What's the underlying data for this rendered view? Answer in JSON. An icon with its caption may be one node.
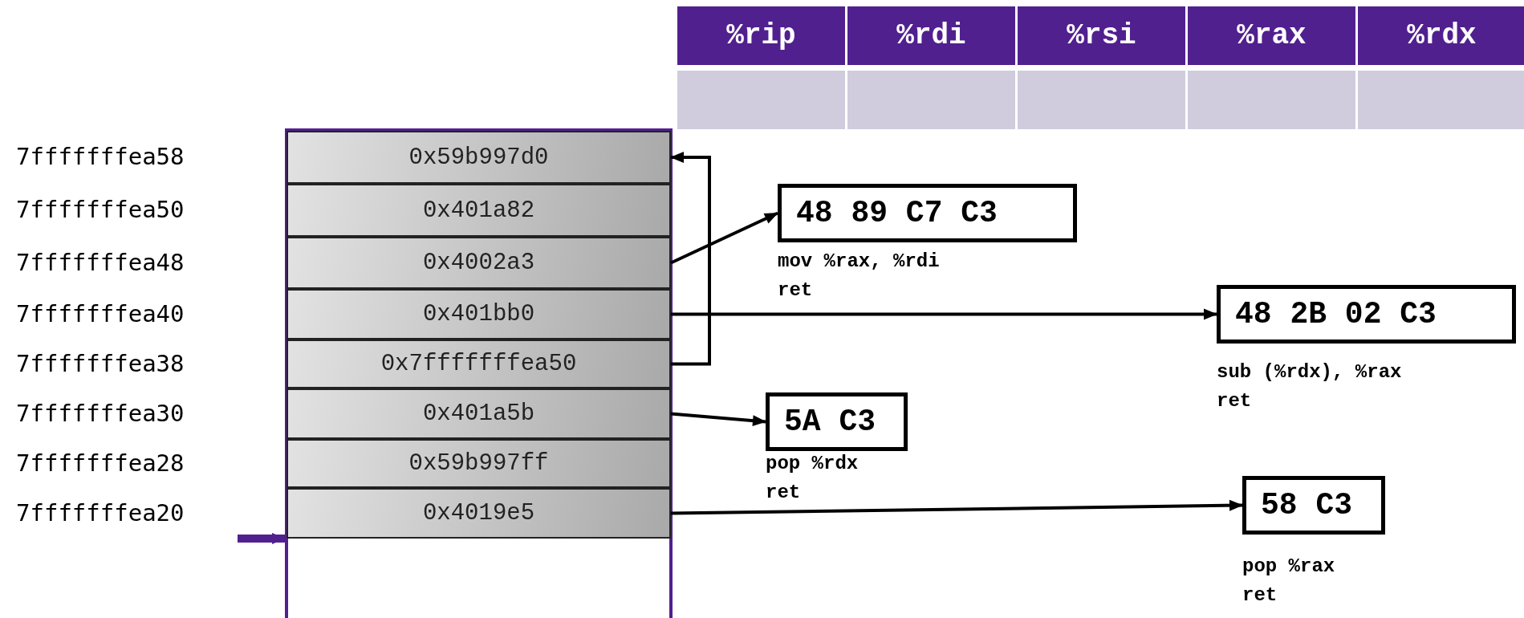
{
  "diagram": {
    "nodes": [
      {
        "text": [],
        "shape": "box"
      },
      {
        "text": [
          "0x59b997d0"
        ],
        "in": 0
      },
      {
        "text": [
          "0x401a82"
        ],
        "in": 0
      },
      {
        "text": [
          "0x4002a3"
        ],
        "in": 0
      },
      {
        "text": [
          "0x401bb0"
        ],
        "in": 0
      },
      {
        "text": [
          "0x7fffffffea50"
        ],
        "in": 0
      },
      {
        "text": [
          "0x401a5b"
        ],
        "in": 0
      },
      {
        "text": [
          "0x59b997ff"
        ],
        "in": 0
      },
      {
        "text": [
          "0x4019e5"
        ],
        "in": 0
      },
      {
        "text": [
          "48 89 C7 C3"
        ],
        "beside": [
          "mov %rax, %rdi",
          "ret"
        ]
      },
      {
        "text": [
          "48 2B 02 C3"
        ],
        "beside": [
          "sub (%rdx), %rax",
          "ret"
        ]
      },
      {
        "text": [
          "5A C3"
        ],
        "beside": [
          "pop %rdx",
          "ret"
        ]
      },
      {
        "text": [
          "58 C3"
        ],
        "beside": [
          "pop %rax",
          "ret"
        ]
      }
    ],
    "edges": [
      {
        "from": 3,
        "to": 9,
        "arrow": "to"
      },
      {
        "from": 4,
        "to": 10,
        "arrow": "to"
      },
      {
        "from": 5,
        "to": 1,
        "arrow": "to"
      },
      {
        "from": 6,
        "to": 11,
        "arrow": "to"
      },
      {
        "from": 8,
        "to": 12,
        "arrow": "to"
      },
      {
        "from": null,
        "to": 0,
        "arrow": "to",
        "style": "thick",
        "color": "#51208f"
      }
    ],
    "labels": [
      "%rip",
      "%rdi",
      "%rsi",
      "%rax",
      "%rdx",
      "7fffffffea58",
      "7fffffffea50",
      "7fffffffea48",
      "7fffffffea40",
      "7fffffffea38",
      "7fffffffea30",
      "7fffffffea28",
      "7fffffffea20"
    ]
  }
}
